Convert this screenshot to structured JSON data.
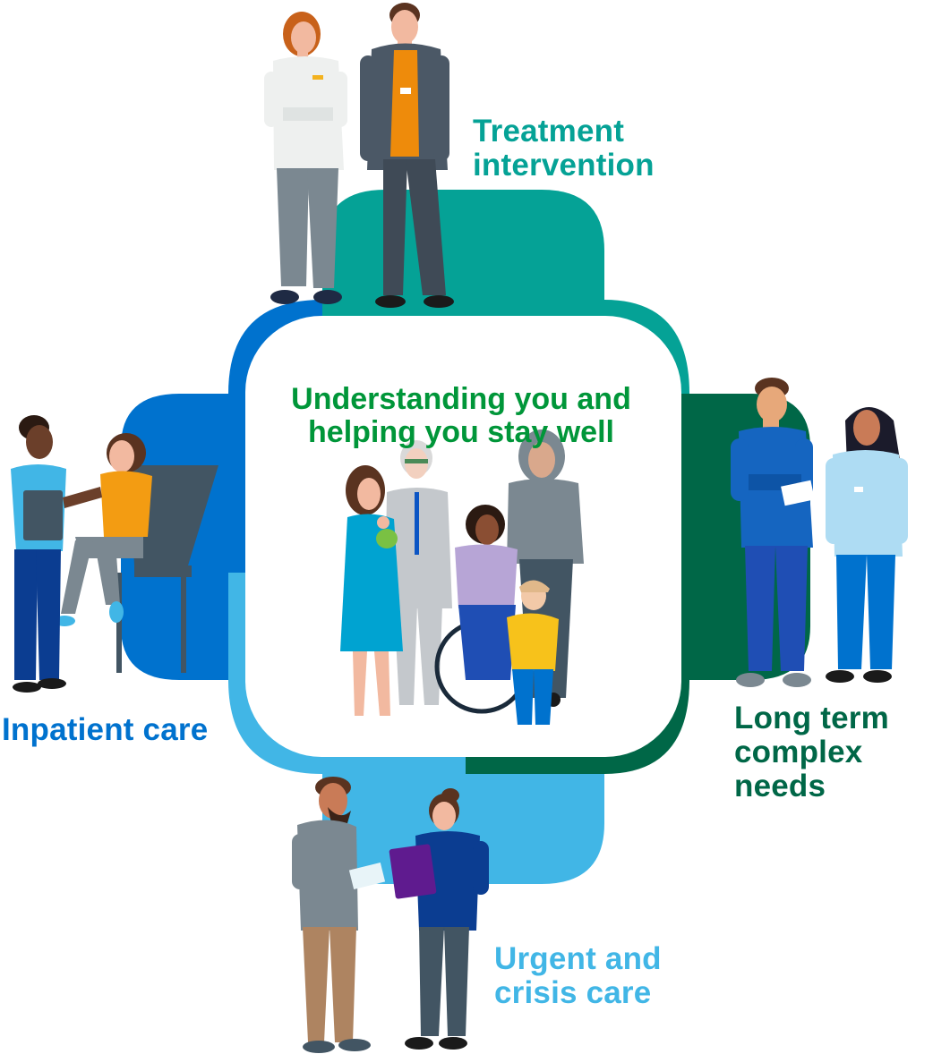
{
  "center": {
    "line1": "Understanding you and",
    "line2": "helping you stay well"
  },
  "segments": [
    {
      "id": "treatment",
      "line1": "Treatment",
      "line2": "intervention"
    },
    {
      "id": "longterm",
      "line1": "Long term",
      "line2": "complex needs"
    },
    {
      "id": "urgent",
      "line1": "Urgent and",
      "line2": "crisis care"
    },
    {
      "id": "inpatient",
      "line1": "Inpatient care"
    }
  ],
  "colors": {
    "treatment": "#05a296",
    "longterm": "#006747",
    "urgent": "#41b6e6",
    "inpatient": "#0072ce",
    "center_text": "#009639"
  },
  "icons": [
    "clinician-woman-figure",
    "staff-man-lanyard-figure",
    "nurse-man-tablet-figure",
    "staff-woman-lanyard-figure",
    "man-tablet-figure",
    "woman-clipboard-figure",
    "nurse-clipboard-figure",
    "patient-seated-figure",
    "family-group-figure"
  ]
}
